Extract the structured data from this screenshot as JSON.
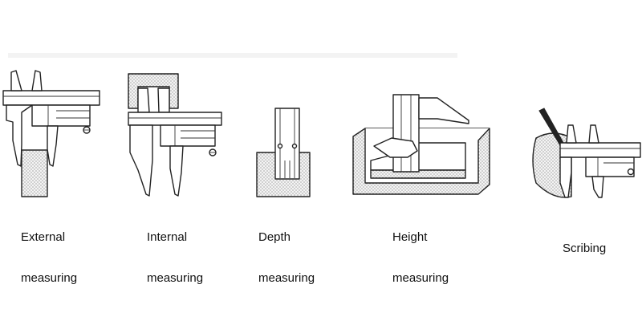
{
  "figure": {
    "panels": [
      {
        "id": "external",
        "line1": "External",
        "line2": "measuring"
      },
      {
        "id": "internal",
        "line1": "Internal",
        "line2": "measuring"
      },
      {
        "id": "depth",
        "line1": "Depth",
        "line2": "measuring"
      },
      {
        "id": "height",
        "line1": "Height",
        "line2": "measuring"
      },
      {
        "id": "scribing",
        "line1": "Scribing",
        "line2": ""
      }
    ]
  }
}
